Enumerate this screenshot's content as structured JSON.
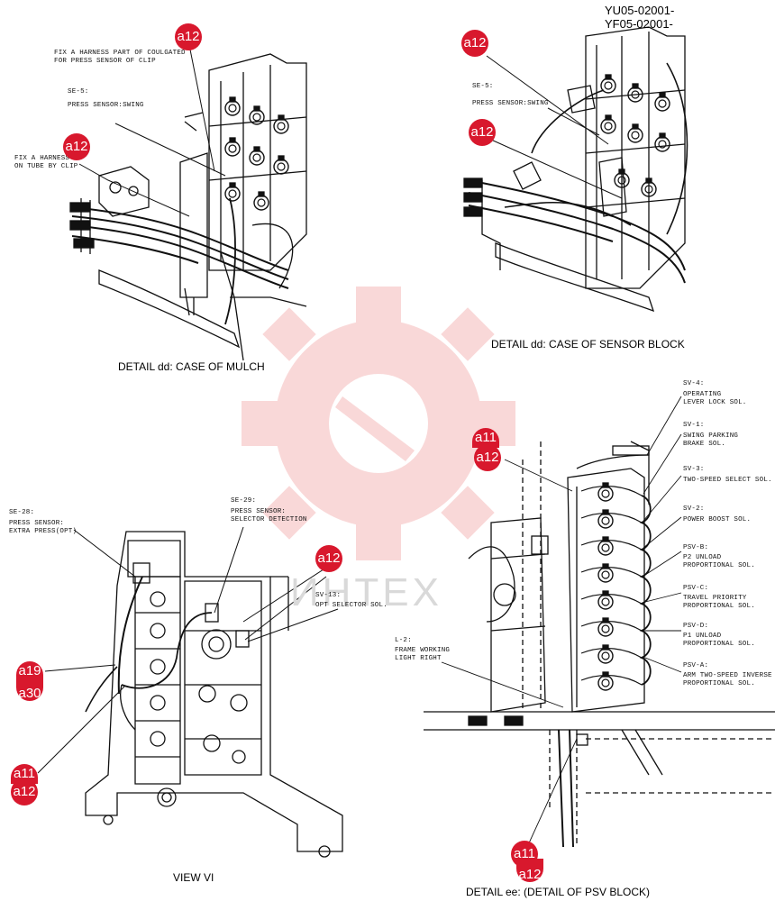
{
  "header": {
    "code_line_1": "YU05-02001-",
    "code_line_2": "YF05-02001-"
  },
  "watermark": {
    "text": "ИНТЕХ",
    "color": "#f19a9a"
  },
  "badge_color": "#d8182d",
  "panels": {
    "top_left": {
      "caption": "DETAIL dd: CASE OF MULCH",
      "labels": {
        "fix_harness_1": "FIX A HARNESS PART OF COULGATED",
        "fix_harness_2": "FOR PRESS SENSOR OF CLIP",
        "se5_code": "SE-5:",
        "se5_name": "PRESS SENSOR:SWING",
        "fix_tube_1": "FIX A HARNESS",
        "fix_tube_2": "ON TUBE BY CLIP"
      },
      "badges": [
        "a12",
        "a12"
      ]
    },
    "top_right": {
      "caption": "DETAIL dd: CASE OF SENSOR BLOCK",
      "labels": {
        "se5_code": "SE-5:",
        "se5_name": "PRESS SENSOR:SWING"
      },
      "badges": [
        "a12",
        "a12"
      ]
    },
    "bottom_left": {
      "caption": "VIEW VI",
      "labels": {
        "se28_code": "SE-28:",
        "se28_l1": "PRESS SENSOR:",
        "se28_l2": "EXTRA PRESS(OPT)",
        "se29_code": "SE-29:",
        "se29_l1": "PRESS SENSOR:",
        "se29_l2": "SELECTOR DETECTION",
        "sv13_code": "SV-13:",
        "sv13_l1": "OPT SELECTOR SOL."
      },
      "badges": [
        "a12",
        "a19",
        "a30",
        "a11",
        "a12"
      ]
    },
    "bottom_right": {
      "caption": "DETAIL ee: (DETAIL OF PSV BLOCK)",
      "labels": {
        "sv4_code": "SV-4:",
        "sv4_l1": "OPERATING",
        "sv4_l2": "LEVER LOCK SOL.",
        "sv1_code": "SV-1:",
        "sv1_l1": "SWING PARKING",
        "sv1_l2": "BRAKE SOL.",
        "sv3_code": "SV-3:",
        "sv3_l1": "TWO-SPEED SELECT SOL.",
        "sv2_code": "SV-2:",
        "sv2_l1": "POWER BOOST SOL.",
        "psvb_code": "PSV-B:",
        "psvb_l1": "P2 UNLOAD",
        "psvb_l2": "PROPORTIONAL SOL.",
        "psvc_code": "PSV-C:",
        "psvc_l1": "TRAVEL PRIORITY",
        "psvc_l2": "PROPORTIONAL SOL.",
        "psvd_code": "PSV-D:",
        "psvd_l1": "P1 UNLOAD",
        "psvd_l2": "PROPORTIONAL SOL.",
        "psva_code": "PSV-A:",
        "psva_l1": "ARM TWO-SPEED INVERSE",
        "psva_l2": "PROPORTIONAL SOL.",
        "l2_code": "L-2:",
        "l2_l1": "FRAME WORKING",
        "l2_l2": "LIGHT RIGHT"
      },
      "badges": [
        "a11",
        "a12",
        "a11",
        "a12"
      ]
    }
  }
}
